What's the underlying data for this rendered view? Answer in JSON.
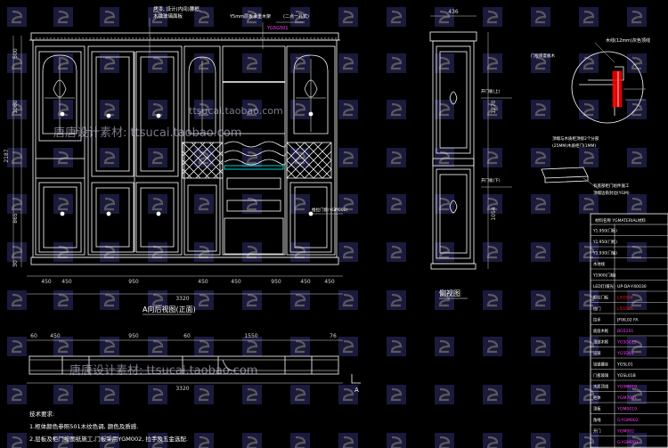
{
  "front_view": {
    "title": "A向后视图(正面)",
    "total_width": "3320",
    "bottom_dims": [
      "450",
      "450",
      "950",
      "450",
      "450",
      "950",
      "450",
      "450"
    ],
    "left_dims": [
      "500",
      "1060",
      "865",
      "30"
    ],
    "left_total": "2187",
    "callouts": [
      "烤漆, 设计(内间)腰框,",
      "木纹玻璃面板",
      "Y5mm层板承重木架",
      "YG5G501",
      "(二点一孔式)",
      "推拉门套(YGM002)"
    ]
  },
  "plan_view": {
    "top_dims": [
      "60",
      "450",
      "950",
      "60",
      "1550",
      "76"
    ],
    "total": "3320"
  },
  "side_view": {
    "title": "侧视图",
    "top_dim": "436",
    "right_dims": [
      "1270",
      "1054"
    ],
    "callouts": [
      "开门板(上)",
      "开门板(下)"
    ]
  },
  "detail": {
    "callouts": [
      "木线(12mm)灰色顶线",
      "门板厚度板木",
      "顶端与木质柜顶接2个分部",
      "(25MM)木质柜门(1MM)",
      "有底部柜门组件施工",
      "顶端边角封边(YGM)"
    ]
  },
  "materials_table": {
    "header": "材料名称 YGMATERIAL材料",
    "rows": [
      {
        "label": "Y1.950(门板)",
        "code": "",
        "color": "#ffffff"
      },
      {
        "label": "Y1.950(门框)",
        "code": "",
        "color": "#ffffff"
      },
      {
        "label": "Y1.930(门轴)",
        "code": "",
        "color": "#ffffff"
      },
      {
        "label": "木地线",
        "code": "",
        "color": "#ffffff"
      },
      {
        "label": "Y1900(门轴)",
        "code": "",
        "color": "#ffffff"
      },
      {
        "label": "LED灯(暖光)",
        "code": "UP-DA-Y40030",
        "color": "#ffffff"
      },
      {
        "label": "框柱门板",
        "code": "L5G504",
        "color": "#ff2020"
      },
      {
        "label": "拉门",
        "code": "L5G505",
        "color": "#ff2020"
      },
      {
        "label": "拉手",
        "code": "JF0IL02 FA",
        "color": "#ffffff"
      },
      {
        "label": "底座木框",
        "code": "BG5201",
        "color": "#ff40ff"
      },
      {
        "label": "顶部木框",
        "code": "YG5G013",
        "color": "#ff40ff"
      },
      {
        "label": "铰链",
        "code": "YG5D01",
        "color": "#ff40ff"
      },
      {
        "label": "铰链螺丝",
        "code": "YGSL01",
        "color": "#ffffff"
      },
      {
        "label": "门板玻璃",
        "code": "YGSL01B",
        "color": "#ffffff"
      },
      {
        "label": "木质顶线",
        "code": "YG0M019",
        "color": "#ff40ff"
      },
      {
        "label": "柜体",
        "code": "YGM7001",
        "color": "#ff40ff"
      },
      {
        "label": "顶板",
        "code": "YGM0019",
        "color": "#ff40ff"
      },
      {
        "label": "角线",
        "code": "G-YGM002",
        "color": "#ff40ff"
      },
      {
        "label": "开门",
        "code": "YGM002",
        "color": "#ff40ff"
      },
      {
        "label": "",
        "code": "G-YGM001",
        "color": "#ff40ff"
      }
    ]
  },
  "notes": {
    "title": "技术要求:",
    "lines": [
      "1.柜体颜色参照501木纹色调, 颜色及质感.",
      "2.层板及柜门按图纸施工,门板采用YGM002, 拉手及五金选配."
    ]
  },
  "section_mark": "A",
  "watermark": {
    "text1": "唐唐设计素材: ttsucai.taobao.com",
    "text2": "唐唐设计素材: ttsucai.taobao.com",
    "text3": "ttsucai.taobao.com"
  }
}
